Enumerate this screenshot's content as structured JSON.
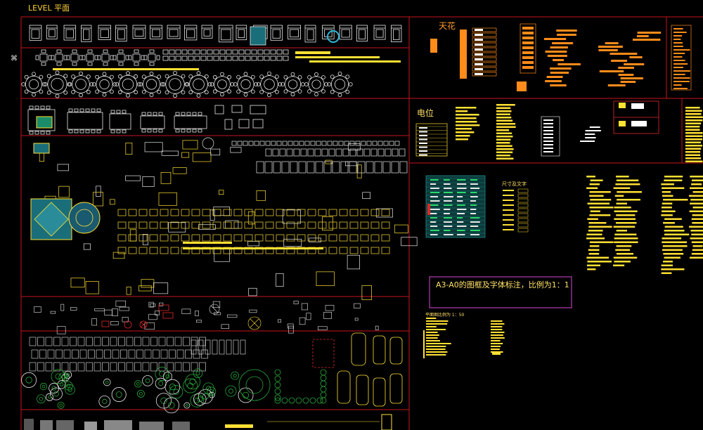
{
  "header": {
    "title": "LEVEL 平面"
  },
  "sections": {
    "ceiling_label": "天花",
    "electrical_label": "电位",
    "dimension_label": "尺寸及文字",
    "frame_note": "A3-A0的图框及字体标注，比例为1：1",
    "scale_note": "平面图比例为 1：50"
  },
  "colors": {
    "background": "#000000",
    "frame_red": "#c8141e",
    "symbol_yellow": "#ffe033",
    "symbol_white": "#e8e8e8",
    "ceiling_orange": "#ff8c1a",
    "highlight_magenta": "#b43cb4",
    "table_teal": "#1a8c8c",
    "plant_green": "#2aa63a"
  }
}
